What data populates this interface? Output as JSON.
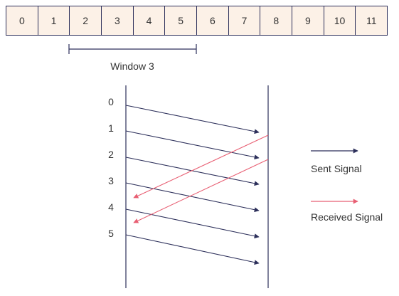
{
  "sequence": {
    "cells": [
      "0",
      "1",
      "2",
      "3",
      "4",
      "5",
      "6",
      "7",
      "8",
      "9",
      "10",
      "11"
    ],
    "window_start": 2,
    "window_end": 5,
    "window_label": "Window 3"
  },
  "timeline": {
    "frame_labels": [
      "0",
      "1",
      "2",
      "3",
      "4",
      "5"
    ]
  },
  "legend": {
    "sent_label": "Sent Signal",
    "received_label": "Received Signal"
  },
  "colors": {
    "line": "#2c2f5a",
    "sent": "#2c2f5a",
    "received": "#e85f73",
    "cell_fill": "#fcf1e7"
  }
}
